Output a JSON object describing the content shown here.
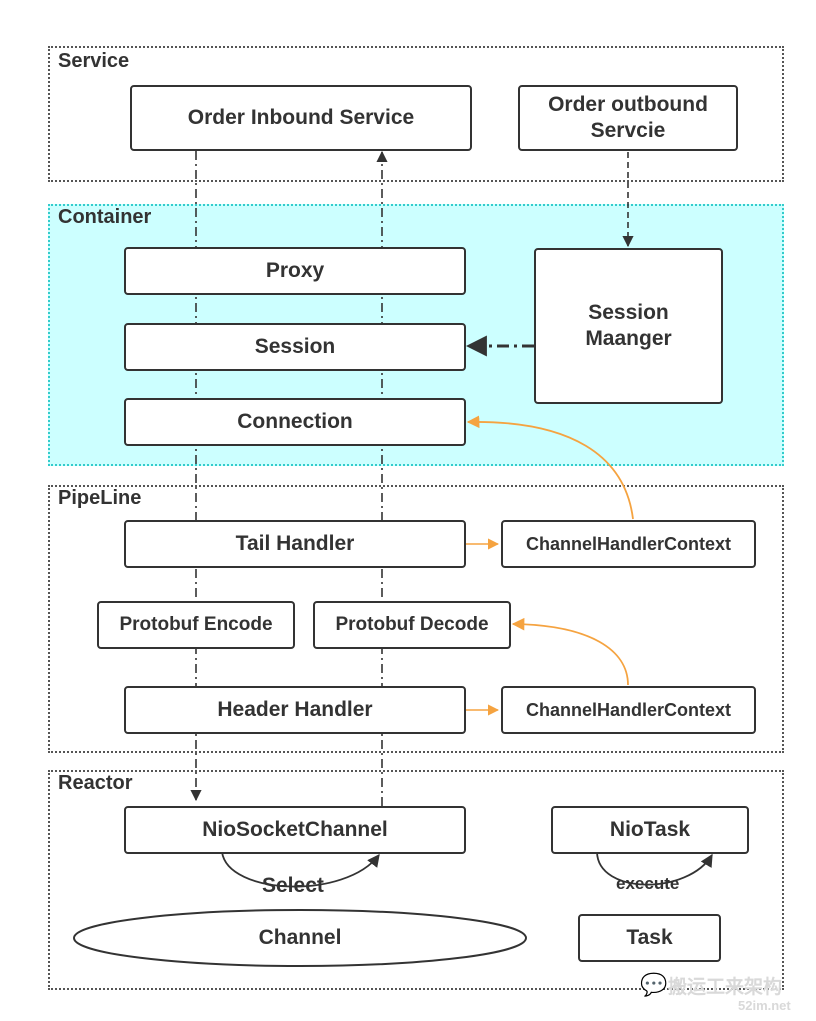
{
  "layers": {
    "service": "Service",
    "container": "Container",
    "pipeline": "PipeLine",
    "reactor": "Reactor"
  },
  "nodes": {
    "order_inbound": "Order Inbound Service",
    "order_outbound_line1": "Order outbound",
    "order_outbound_line2": "Servcie",
    "proxy": "Proxy",
    "session": "Session",
    "connection": "Connection",
    "session_manager_line1": "Session",
    "session_manager_line2": "Maanger",
    "tail_handler": "Tail Handler",
    "ctx_top": "ChannelHandlerContext",
    "protobuf_encode": "Protobuf Encode",
    "protobuf_decode": "Protobuf Decode",
    "header_handler": "Header Handler",
    "ctx_bottom": "ChannelHandlerContext",
    "nio_socket_channel": "NioSocketChannel",
    "nio_task": "NioTask",
    "channel": "Channel",
    "task": "Task"
  },
  "edge_labels": {
    "select": "Select",
    "execute": "execute"
  },
  "watermark": {
    "text": "搬运工来架构",
    "site": "52im.net"
  },
  "colors": {
    "container_fill": "#ccffff",
    "container_border": "#33cccc",
    "orange_arrow": "#f5a340",
    "dark_line": "#333333"
  }
}
